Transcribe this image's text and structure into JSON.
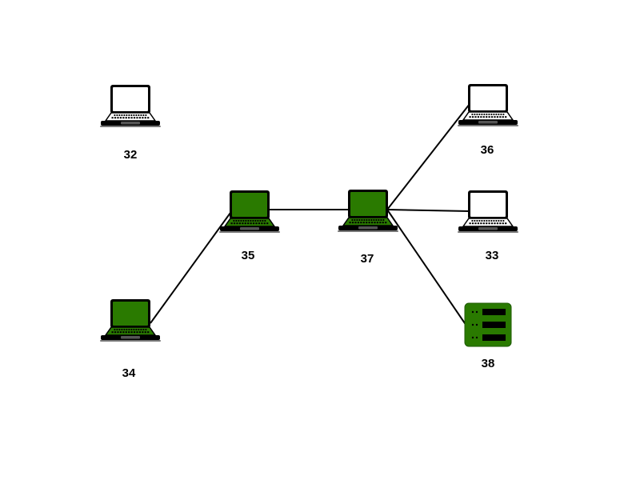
{
  "colors": {
    "active": "#2a7a00",
    "inactive": "#ffffff",
    "outline": "#000000",
    "link": "#000000"
  },
  "nodes": [
    {
      "id": "32",
      "label": "32",
      "kind": "laptop",
      "state": "inactive",
      "icon": "laptop-icon"
    },
    {
      "id": "36",
      "label": "36",
      "kind": "laptop",
      "state": "inactive",
      "icon": "laptop-icon"
    },
    {
      "id": "35",
      "label": "35",
      "kind": "laptop",
      "state": "active",
      "icon": "laptop-icon"
    },
    {
      "id": "37",
      "label": "37",
      "kind": "laptop",
      "state": "active",
      "icon": "laptop-icon"
    },
    {
      "id": "33",
      "label": "33",
      "kind": "laptop",
      "state": "inactive",
      "icon": "laptop-icon"
    },
    {
      "id": "34",
      "label": "34",
      "kind": "laptop",
      "state": "active",
      "icon": "laptop-icon"
    },
    {
      "id": "38",
      "label": "38",
      "kind": "server",
      "state": "active",
      "icon": "server-icon"
    }
  ],
  "links": [
    {
      "from": "34",
      "to": "35"
    },
    {
      "from": "35",
      "to": "37"
    },
    {
      "from": "37",
      "to": "36"
    },
    {
      "from": "37",
      "to": "33"
    },
    {
      "from": "37",
      "to": "38"
    }
  ]
}
